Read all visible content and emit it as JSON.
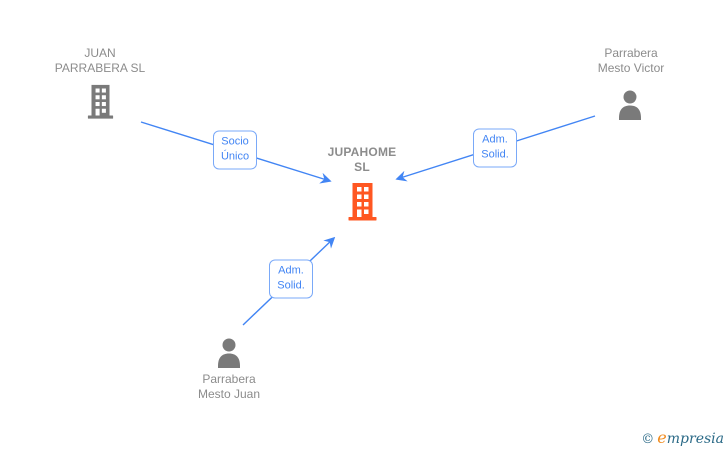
{
  "colors": {
    "arrow_blue": "#4285f4",
    "relation_label_border": "#7aa9f8",
    "relation_label_text": "#4285f4",
    "entity_text_gray": "#8c8c8c",
    "icon_gray": "#7a7a7a",
    "highlighted_company_orange": "#ff5722",
    "logo_teal": "#2b6a87",
    "logo_orange": "#f08b1e"
  },
  "entities": {
    "juan_parrabera": {
      "line1": "JUAN",
      "line2": "PARRABERA SL",
      "type": "company",
      "icon": "building-icon"
    },
    "victor": {
      "line1": "Parrabera",
      "line2": "Mesto Victor",
      "type": "person",
      "icon": "person-icon"
    },
    "jupahome": {
      "line1": "JUPAHOME",
      "line2": "SL",
      "type": "company",
      "icon": "building-icon",
      "highlighted": true
    },
    "juan": {
      "line1": "Parrabera",
      "line2": "Mesto Juan",
      "type": "person",
      "icon": "person-icon"
    }
  },
  "relations": {
    "socio_unico": {
      "line1": "Socio",
      "line2": "Único",
      "from": "JUAN PARRABERA SL",
      "to": "JUPAHOME SL"
    },
    "adm_solid_victor": {
      "line1": "Adm.",
      "line2": "Solid.",
      "from": "Parrabera Mesto Victor",
      "to": "JUPAHOME SL"
    },
    "adm_solid_juan": {
      "line1": "Adm.",
      "line2": "Solid.",
      "from": "Parrabera Mesto Juan",
      "to": "JUPAHOME SL"
    }
  },
  "footer": {
    "copyright": "©",
    "brand_e": "e",
    "brand_rest": "mpresia"
  }
}
